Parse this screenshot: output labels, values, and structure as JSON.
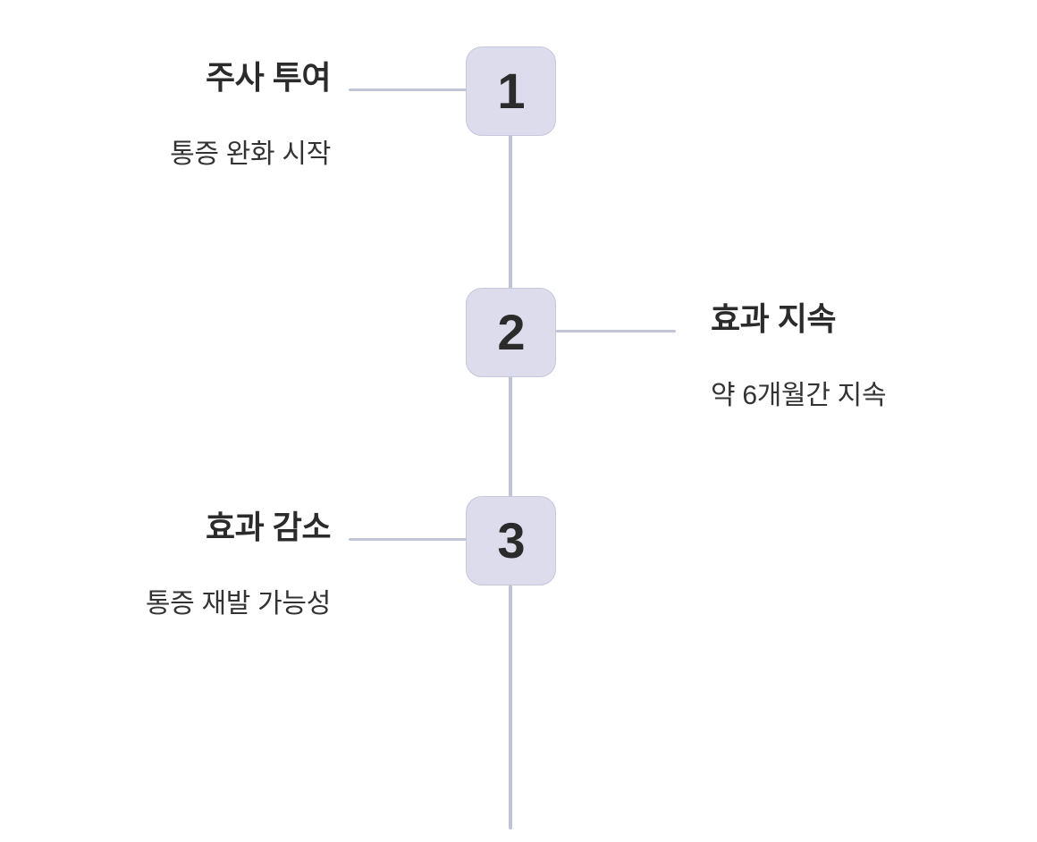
{
  "diagram": {
    "type": "vertical-timeline",
    "orientation": "vertical",
    "background_color": "#ffffff",
    "accent_color": "#dcdcec",
    "line_color": "#c0c2d6",
    "border_color": "#c5c7dd",
    "title_color": "#2b2b2b",
    "body_color": "#333333",
    "step_count": 3
  },
  "steps": [
    {
      "number": "1",
      "title": "주사 투여",
      "description": "통증 완화 시작",
      "side": "left"
    },
    {
      "number": "2",
      "title": "효과 지속",
      "description": "약 6개월간 지속",
      "side": "right"
    },
    {
      "number": "3",
      "title": "효과 감소",
      "description": "통증 재발 가능성",
      "side": "left"
    }
  ]
}
